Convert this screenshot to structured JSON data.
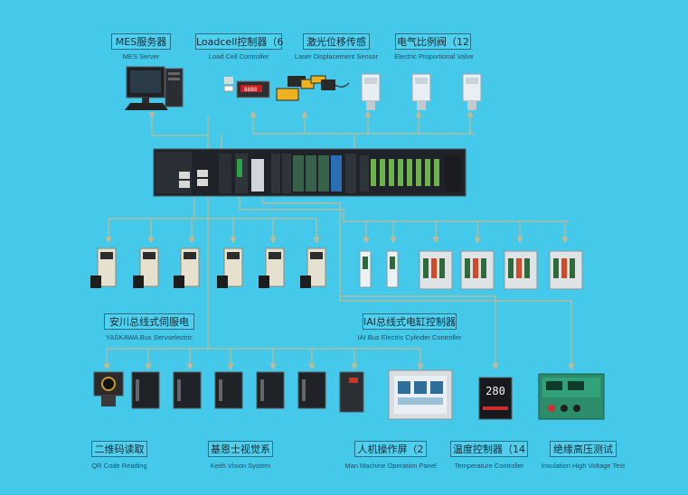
{
  "colors": {
    "background": "#45c9ea",
    "line": "#c9b78e",
    "frame": "#2a6f86"
  },
  "top": {
    "mes": {
      "title": "MES服务器",
      "subtitle": "MES Server"
    },
    "loadcell": {
      "title": "Loadcell控制器（6",
      "subtitle": "Load Cell Controller"
    },
    "laser": {
      "title": "激光位移传感",
      "subtitle": "Laser Displacement Sensor"
    },
    "valve": {
      "title": "电气比例阀（12",
      "subtitle": "Electric Proportional Valve"
    }
  },
  "middle": {
    "servo": {
      "title": "安川总线式伺服电",
      "subtitle": "YASKAWA Bus Servoelectric"
    },
    "iai": {
      "title": "IAI总线式电缸控制器",
      "subtitle": "IAI Bus Electric Cylinder Controller"
    }
  },
  "bottom": {
    "qr": {
      "title": "二维码读取",
      "subtitle": "QR Code Reading"
    },
    "vision": {
      "title": "基恩士视觉系",
      "subtitle": "Keith Vision System"
    },
    "hmi": {
      "title": "人机操作屏（2",
      "subtitle": "Man Machine Operation Panel"
    },
    "temp": {
      "title": "温度控制器（14",
      "subtitle": "Temperature Controller"
    },
    "insulation": {
      "title": "绝缘高压测试",
      "subtitle": "Insulation High Voltage Test"
    }
  },
  "devices": {
    "temp_display": "280"
  }
}
